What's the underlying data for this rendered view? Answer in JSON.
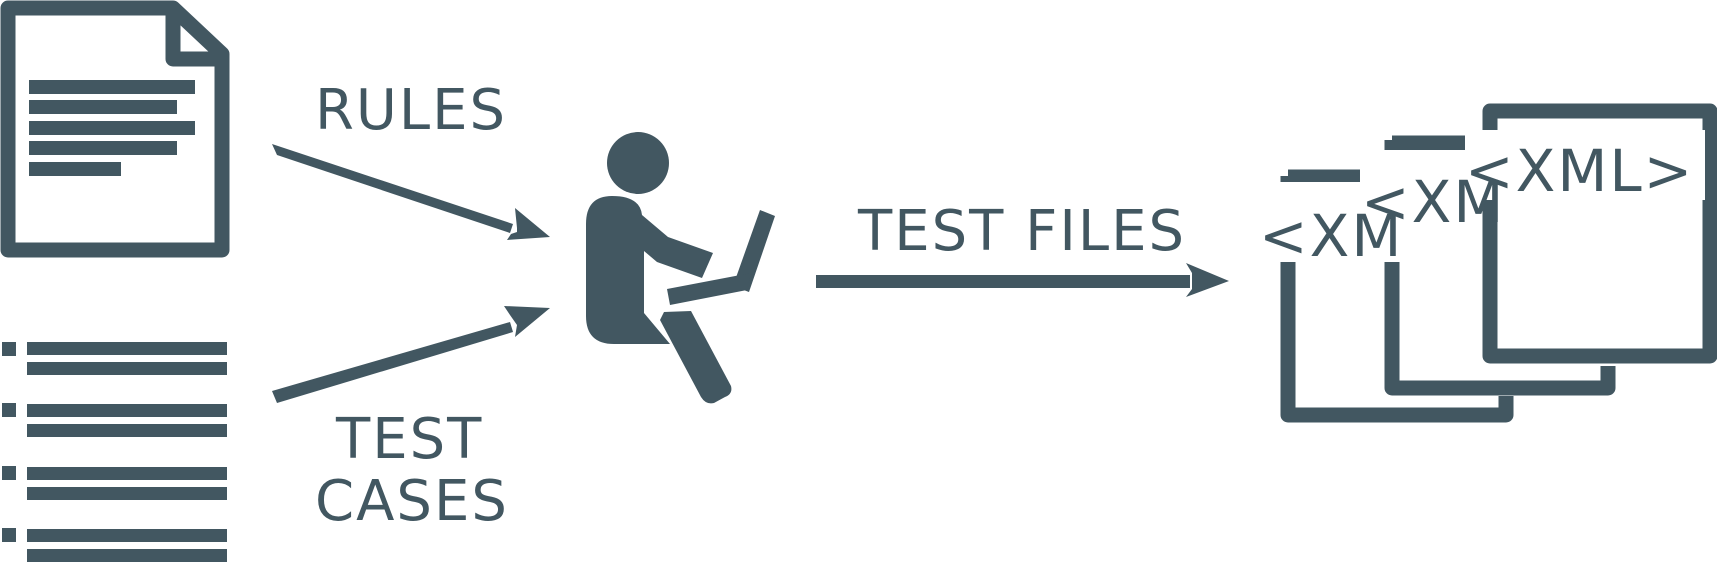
{
  "colors": {
    "ink": "#425761",
    "background": "#ffffff"
  },
  "icons": {
    "rules": "document-icon",
    "test_cases": "list-icon",
    "person": "person-with-laptop-icon",
    "output": "xml-files-icon"
  },
  "labels": {
    "rules": "RULES",
    "test_cases_line1": "TEST",
    "test_cases_line2": "CASES",
    "test_files": "TEST FILES",
    "xml_front": "<XML>",
    "xml_middle": "<XM",
    "xml_back": "<XM"
  }
}
